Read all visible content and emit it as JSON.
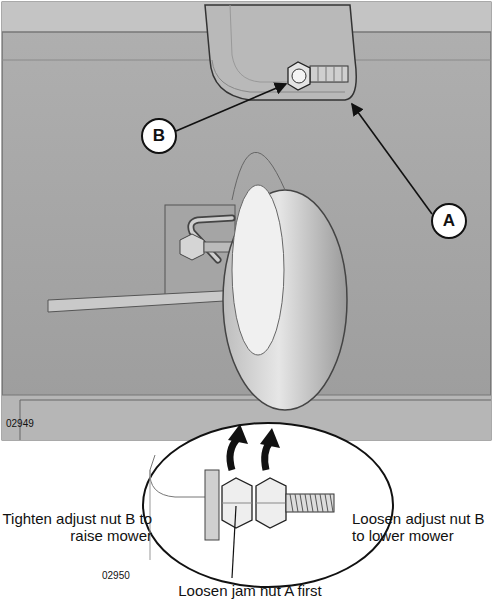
{
  "diagram": {
    "nodes": [
      {
        "text": [
          "B"
        ]
      },
      {
        "text": [
          "A"
        ]
      }
    ],
    "labels": [
      "02949",
      "Tighten adjust nut B to raise mower",
      "Loosen adjust nut B to lower mower",
      "02950",
      "Loosen jam nut A first"
    ]
  }
}
